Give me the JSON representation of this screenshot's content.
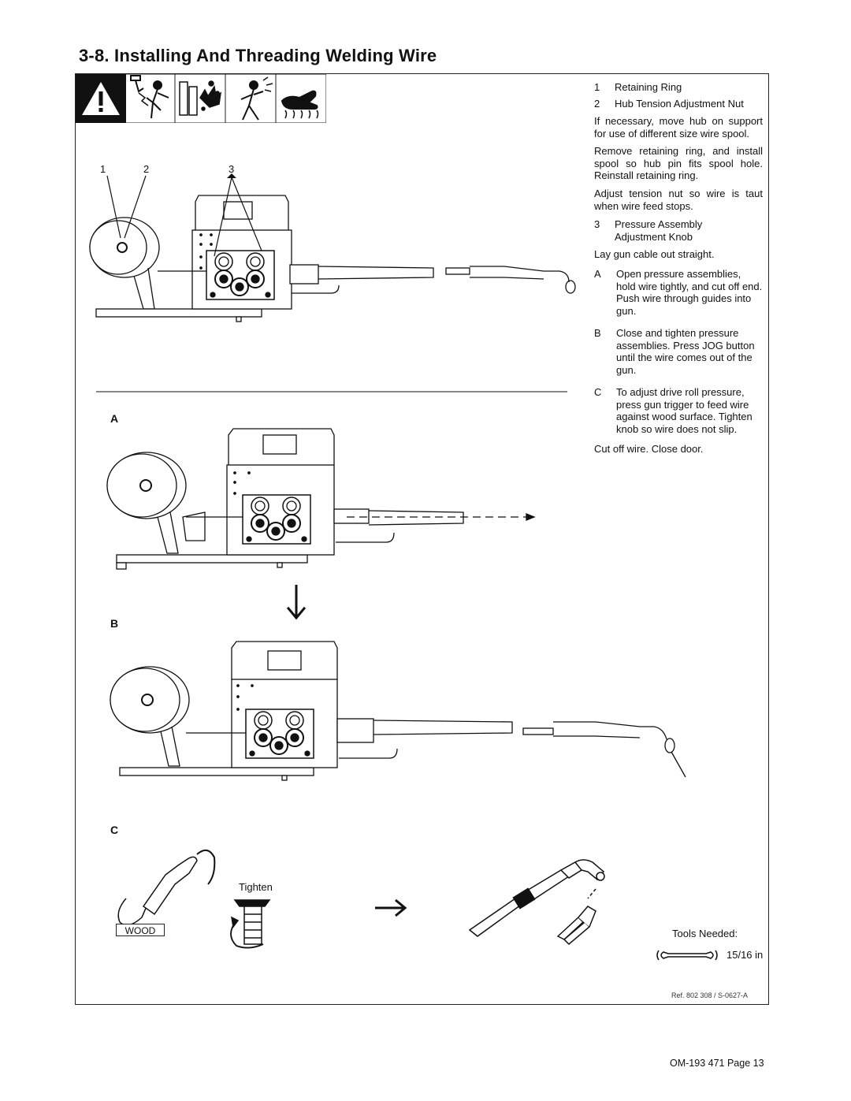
{
  "section": {
    "title": "3-8.   Installing And Threading Welding Wire"
  },
  "warning_icons": [
    "warning-triangle-icon",
    "electric-shock-icon",
    "fire-explosion-icon",
    "flying-metal-icon",
    "hot-parts-icon"
  ],
  "callouts": {
    "one": "1",
    "two": "2",
    "three": "3",
    "a": "A",
    "b": "B",
    "c": "C"
  },
  "items": [
    {
      "num": "1",
      "text": "Retaining Ring"
    },
    {
      "num": "2",
      "text": "Hub Tension Adjustment Nut"
    }
  ],
  "paragraphs": {
    "p1": "If necessary, move hub on support for use of different size wire spool.",
    "p2": "Remove retaining ring, and install spool so hub pin fits spool hole. Reinstall retaining ring.",
    "p3": "Adjust tension nut so wire is taut when wire feed stops.",
    "item3_num": "3",
    "item3_text": "Pressure Assembly Adjustment Knob",
    "p4": "Lay gun cable out straight.",
    "p5": "Cut off wire. Close door."
  },
  "steps": [
    {
      "letter": "A",
      "text": "Open pressure assemblies, hold wire tightly, and cut off end. Push wire through guides into gun."
    },
    {
      "letter": "B",
      "text": "Close and tighten pressure assemblies. Press JOG button until the wire comes out of the gun."
    },
    {
      "letter": "C",
      "text": "To adjust drive roll pressure, press gun trigger to feed wire against wood surface. Tighten knob so wire does not slip."
    }
  ],
  "figure_labels": {
    "tighten": "Tighten",
    "wood": "WOOD",
    "tools_needed": "Tools Needed:",
    "wrench_size": "15/16 in",
    "ref": "Ref. 802 308 / S-0627-A"
  },
  "footer": {
    "page": "OM-193 471 Page 13"
  }
}
